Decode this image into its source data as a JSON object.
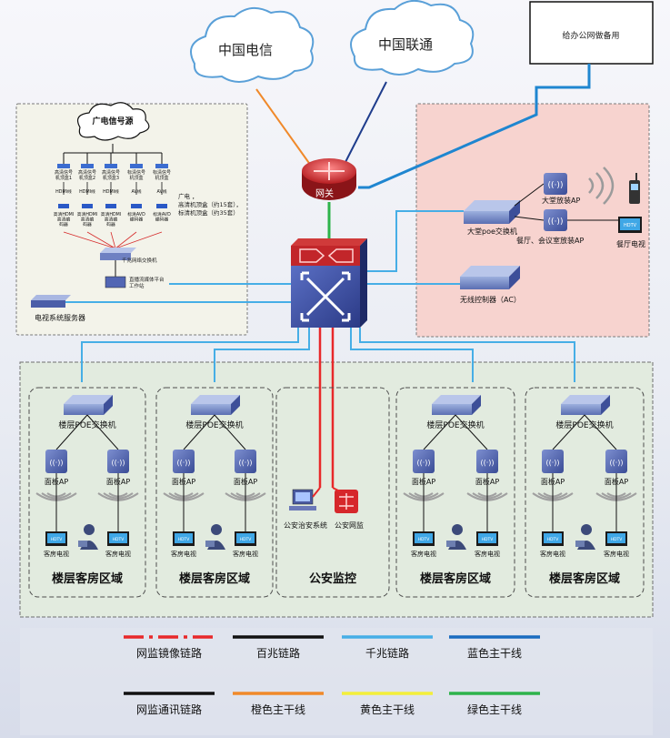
{
  "clouds": {
    "telecom": "中国电信",
    "unicom": "中国联通"
  },
  "office_box": {
    "label": "给办公网做备用"
  },
  "gateway": {
    "label": "网关"
  },
  "left_panel": {
    "title": "广电信号源",
    "sources": [
      "高清信号\n机顶盒1",
      "高清信号\n机顶盒2",
      "高清信号\n机顶盒3",
      "标清信号\n机顶盒",
      "标清信号\n机顶盒"
    ],
    "cable_labels": [
      "HDMI线",
      "HDMI线",
      "HDMI线",
      "AV线",
      "AV线"
    ],
    "encoders": [
      "高清HDMI\n高清编\n码器",
      "高清HDMI\n高清编\n码器",
      "高清HDMI\n高清编\n码器",
      "标清AVD\n编码器",
      "标清AVD\n编码器"
    ],
    "note": "广电，高清机顶盒（约15套），标清机顶盒（约35套）",
    "mini_switch": "千兆网络交换机",
    "workstation": "直播流媒体平台\n工作站",
    "tv_server": "电视系统服务器"
  },
  "right_panel": {
    "lobby_switch": "大堂poe交换机",
    "lobby_ap": "大堂放装AP",
    "restaurant_ap": "餐厅、会议室放装AP",
    "restaurant_tv": "餐厅电视",
    "ac": "无线控制器（AC）",
    "hdtv": "HDTV"
  },
  "zones": [
    {
      "switch": "楼层POE交换机",
      "ap": "面板AP",
      "tv": "客房电视",
      "title": "楼层客房区域"
    },
    {
      "switch": "楼层POE交换机",
      "ap": "面板AP",
      "tv": "客房电视",
      "title": "楼层客房区域"
    },
    {
      "police_system": "公安治安系统",
      "police_monitor": "公安网监",
      "title": "公安监控"
    },
    {
      "switch": "楼层POE交换机",
      "ap": "面板AP",
      "tv": "客房电视",
      "title": "楼层客房区域"
    },
    {
      "switch": "楼层POE交换机",
      "ap": "面板AP",
      "tv": "客房电视",
      "title": "楼层客房区域"
    }
  ],
  "legend": [
    {
      "label": "网监镜像链路",
      "color": "#e8282a",
      "style": "dashdot"
    },
    {
      "label": "百兆链路",
      "color": "#111111",
      "style": "solid"
    },
    {
      "label": "千兆链路",
      "color": "#46aee6",
      "style": "solid"
    },
    {
      "label": "蓝色主干线",
      "color": "#1a6cc0",
      "style": "solid"
    },
    {
      "label": "网监通讯链路",
      "color": "#111111",
      "style": "solid"
    },
    {
      "label": "橙色主干线",
      "color": "#f0892a",
      "style": "solid"
    },
    {
      "label": "黄色主干线",
      "color": "#f3ef3a",
      "style": "solid"
    },
    {
      "label": "绿色主干线",
      "color": "#2eb34b",
      "style": "solid"
    }
  ]
}
